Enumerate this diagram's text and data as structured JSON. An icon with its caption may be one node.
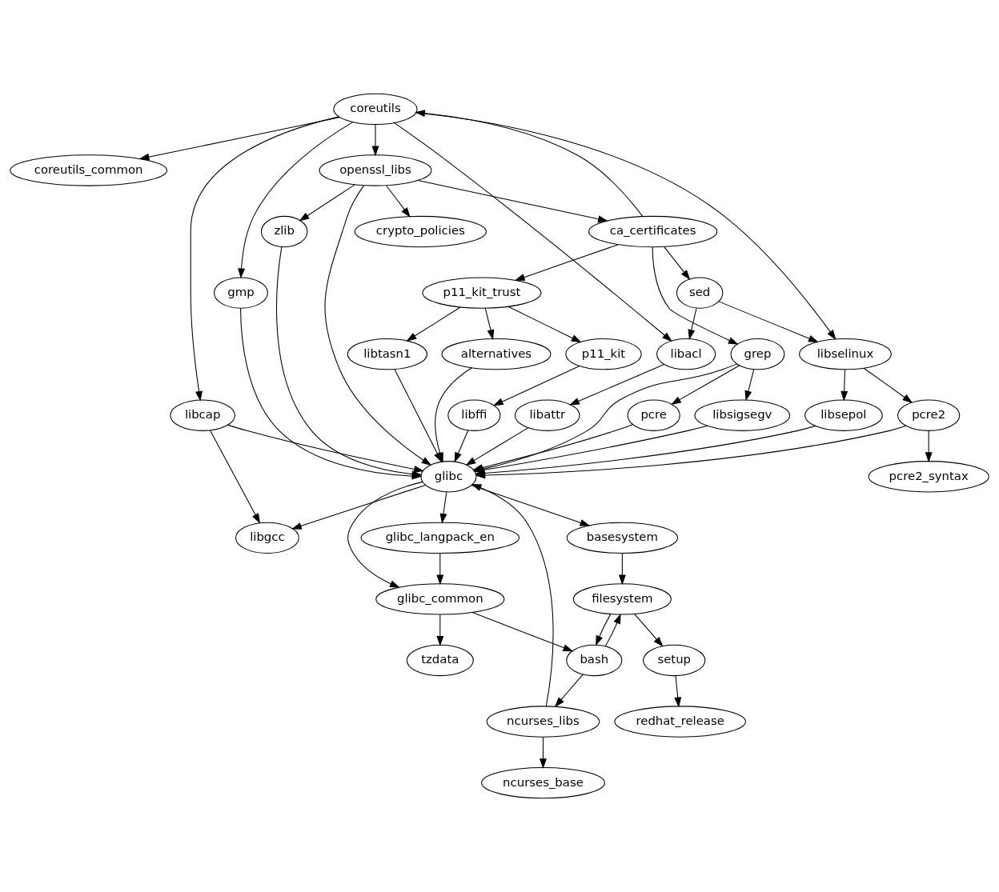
{
  "diagram": {
    "nodes": [
      {
        "text": [
          "coreutils"
        ]
      },
      {
        "text": [
          "coreutils_common"
        ]
      },
      {
        "text": [
          "openssl_libs"
        ]
      },
      {
        "text": [
          "ca_certificates"
        ]
      },
      {
        "text": [
          "zlib"
        ]
      },
      {
        "text": [
          "crypto_policies"
        ]
      },
      {
        "text": [
          "sed"
        ]
      },
      {
        "text": [
          "p11_kit_trust"
        ]
      },
      {
        "text": [
          "gmp"
        ]
      },
      {
        "text": [
          "libselinux"
        ]
      },
      {
        "text": [
          "libacl"
        ]
      },
      {
        "text": [
          "libtasn1"
        ]
      },
      {
        "text": [
          "p11_kit"
        ]
      },
      {
        "text": [
          "alternatives"
        ]
      },
      {
        "text": [
          "grep"
        ]
      },
      {
        "text": [
          "libcap"
        ]
      },
      {
        "text": [
          "pcre2"
        ]
      },
      {
        "text": [
          "libsepol"
        ]
      },
      {
        "text": [
          "libattr"
        ]
      },
      {
        "text": [
          "libffi"
        ]
      },
      {
        "text": [
          "pcre"
        ]
      },
      {
        "text": [
          "libsigsegv"
        ]
      },
      {
        "text": [
          "glibc"
        ]
      },
      {
        "text": [
          "pcre2_syntax"
        ]
      },
      {
        "text": [
          "libgcc"
        ]
      },
      {
        "text": [
          "glibc_langpack_en"
        ]
      },
      {
        "text": [
          "basesystem"
        ]
      },
      {
        "text": [
          "glibc_common"
        ]
      },
      {
        "text": [
          "filesystem"
        ]
      },
      {
        "text": [
          "tzdata"
        ]
      },
      {
        "text": [
          "bash"
        ]
      },
      {
        "text": [
          "setup"
        ]
      },
      {
        "text": [
          "ncurses_libs"
        ]
      },
      {
        "text": [
          "redhat_release"
        ]
      },
      {
        "text": [
          "ncurses_base"
        ]
      }
    ],
    "edges": [
      {
        "from": 0,
        "to": 15,
        "arrow": "to"
      },
      {
        "from": 0,
        "to": 9,
        "arrow": "to"
      },
      {
        "from": 0,
        "to": 10,
        "arrow": "to"
      },
      {
        "from": 0,
        "to": 1,
        "arrow": "to"
      },
      {
        "from": 0,
        "to": 2,
        "arrow": "to"
      },
      {
        "from": 0,
        "to": 8,
        "arrow": "to"
      },
      {
        "from": 2,
        "to": 3,
        "arrow": "to"
      },
      {
        "from": 2,
        "to": 4,
        "arrow": "to"
      },
      {
        "from": 2,
        "to": 5,
        "arrow": "to"
      },
      {
        "from": 2,
        "to": 22,
        "arrow": "to"
      },
      {
        "from": 3,
        "to": 0,
        "arrow": "to"
      },
      {
        "from": 3,
        "to": 6,
        "arrow": "to"
      },
      {
        "from": 3,
        "to": 7,
        "arrow": "to"
      },
      {
        "from": 3,
        "to": 14,
        "arrow": "to"
      },
      {
        "from": 4,
        "to": 22,
        "arrow": "to"
      },
      {
        "from": 8,
        "to": 22,
        "arrow": "to"
      },
      {
        "from": 6,
        "to": 9,
        "arrow": "to"
      },
      {
        "from": 6,
        "to": 10,
        "arrow": "to"
      },
      {
        "from": 7,
        "to": 11,
        "arrow": "to"
      },
      {
        "from": 7,
        "to": 12,
        "arrow": "to"
      },
      {
        "from": 7,
        "to": 13,
        "arrow": "to"
      },
      {
        "from": 9,
        "to": 16,
        "arrow": "to"
      },
      {
        "from": 9,
        "to": 17,
        "arrow": "to"
      },
      {
        "from": 10,
        "to": 18,
        "arrow": "to"
      },
      {
        "from": 11,
        "to": 22,
        "arrow": "to"
      },
      {
        "from": 12,
        "to": 19,
        "arrow": "to"
      },
      {
        "from": 13,
        "to": 22,
        "arrow": "to"
      },
      {
        "from": 14,
        "to": 20,
        "arrow": "to"
      },
      {
        "from": 14,
        "to": 21,
        "arrow": "to"
      },
      {
        "from": 14,
        "to": 22,
        "arrow": "to"
      },
      {
        "from": 15,
        "to": 22,
        "arrow": "to"
      },
      {
        "from": 15,
        "to": 24,
        "arrow": "to"
      },
      {
        "from": 16,
        "to": 23,
        "arrow": "to"
      },
      {
        "from": 16,
        "to": 22,
        "arrow": "to"
      },
      {
        "from": 17,
        "to": 22,
        "arrow": "to"
      },
      {
        "from": 18,
        "to": 22,
        "arrow": "to"
      },
      {
        "from": 19,
        "to": 22,
        "arrow": "to"
      },
      {
        "from": 20,
        "to": 22,
        "arrow": "to"
      },
      {
        "from": 21,
        "to": 22,
        "arrow": "to"
      },
      {
        "from": 22,
        "to": 24,
        "arrow": "to"
      },
      {
        "from": 22,
        "to": 27,
        "arrow": "to"
      },
      {
        "from": 22,
        "to": 25,
        "arrow": "to"
      },
      {
        "from": 22,
        "to": 26,
        "arrow": "to"
      },
      {
        "from": 25,
        "to": 27,
        "arrow": "to"
      },
      {
        "from": 26,
        "to": 28,
        "arrow": "to"
      },
      {
        "from": 28,
        "to": 30,
        "arrow": "to"
      },
      {
        "from": 28,
        "to": 31,
        "arrow": "to"
      },
      {
        "from": 27,
        "to": 29,
        "arrow": "to"
      },
      {
        "from": 27,
        "to": 30,
        "arrow": "to"
      },
      {
        "from": 30,
        "to": 28,
        "arrow": "to"
      },
      {
        "from": 30,
        "to": 32,
        "arrow": "to"
      },
      {
        "from": 31,
        "to": 33,
        "arrow": "to"
      },
      {
        "from": 32,
        "to": 22,
        "arrow": "to"
      },
      {
        "from": 32,
        "to": 34,
        "arrow": "to"
      }
    ]
  }
}
